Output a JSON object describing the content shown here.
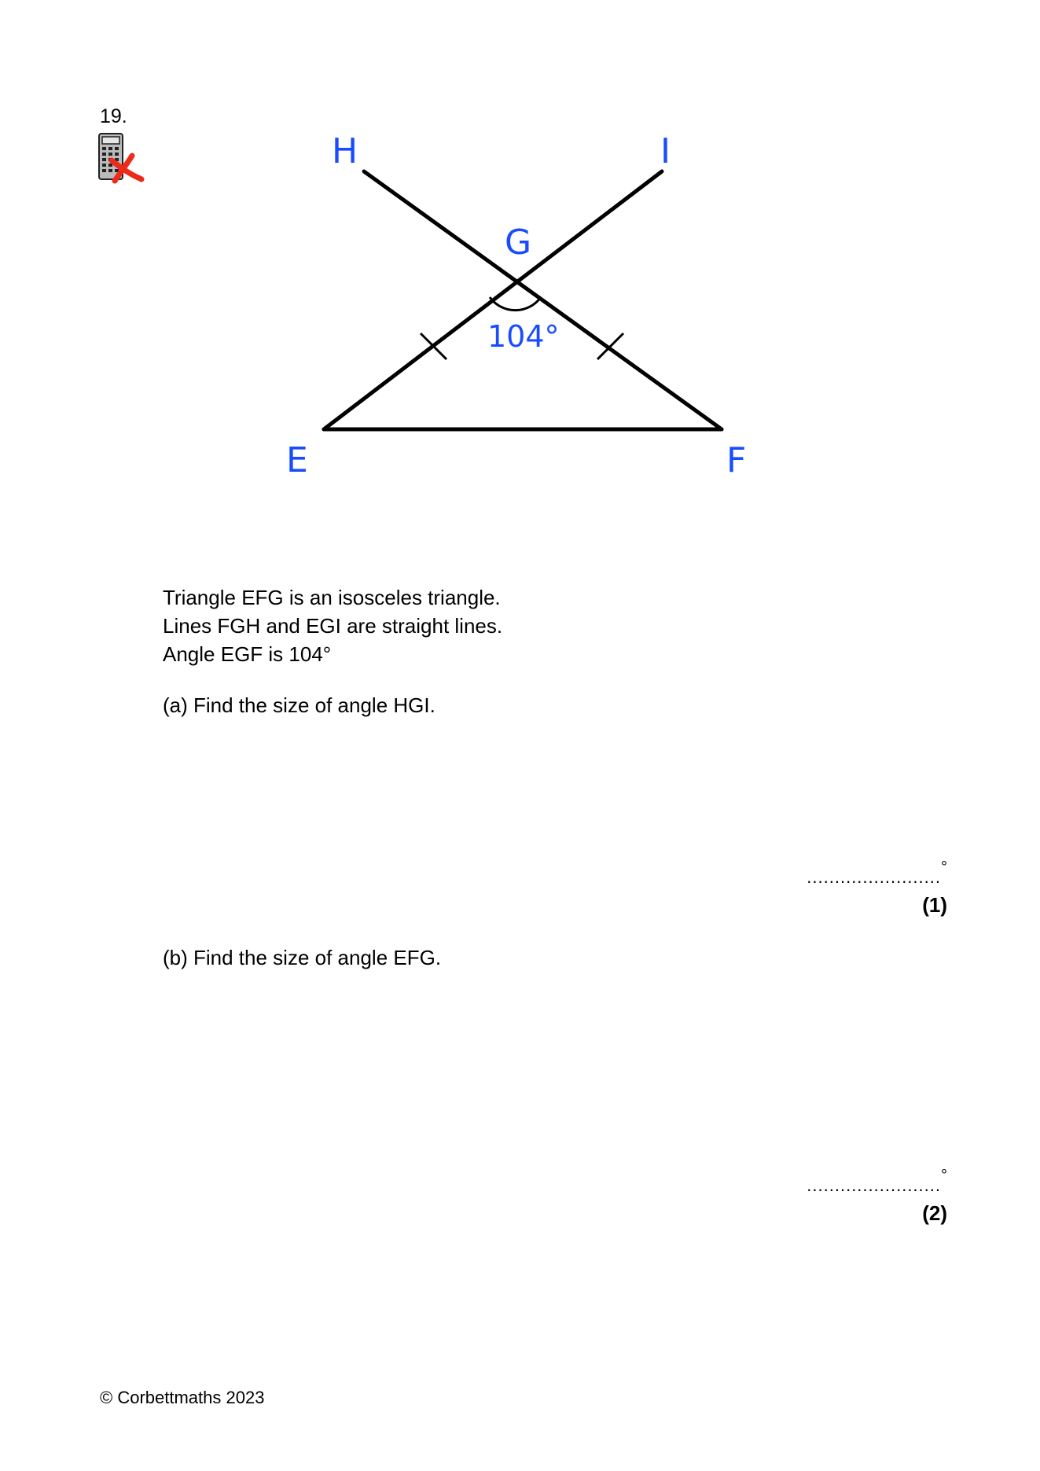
{
  "question": {
    "number": "19."
  },
  "icons": {
    "calculator": "calculator-not-allowed-icon",
    "cross_color": "#ee2a1a"
  },
  "diagram": {
    "points": {
      "H": "H",
      "I": "I",
      "G": "G",
      "E": "E",
      "F": "F"
    },
    "angle_label": "104°",
    "label_color": "#1a4cff"
  },
  "statements": [
    "Triangle EFG is an isosceles triangle.",
    "Lines FGH and EGI are straight lines.",
    "Angle EGF is 104°"
  ],
  "parts": [
    {
      "prompt": "(a) Find the size of angle HGI.",
      "answer_dots": "........................",
      "answer_unit": "°",
      "marks": "(1)"
    },
    {
      "prompt": "(b) Find the size of angle EFG.",
      "answer_dots": "........................",
      "answer_unit": "°",
      "marks": "(2)"
    }
  ],
  "footer": {
    "copyright": "© Corbettmaths 2023"
  }
}
